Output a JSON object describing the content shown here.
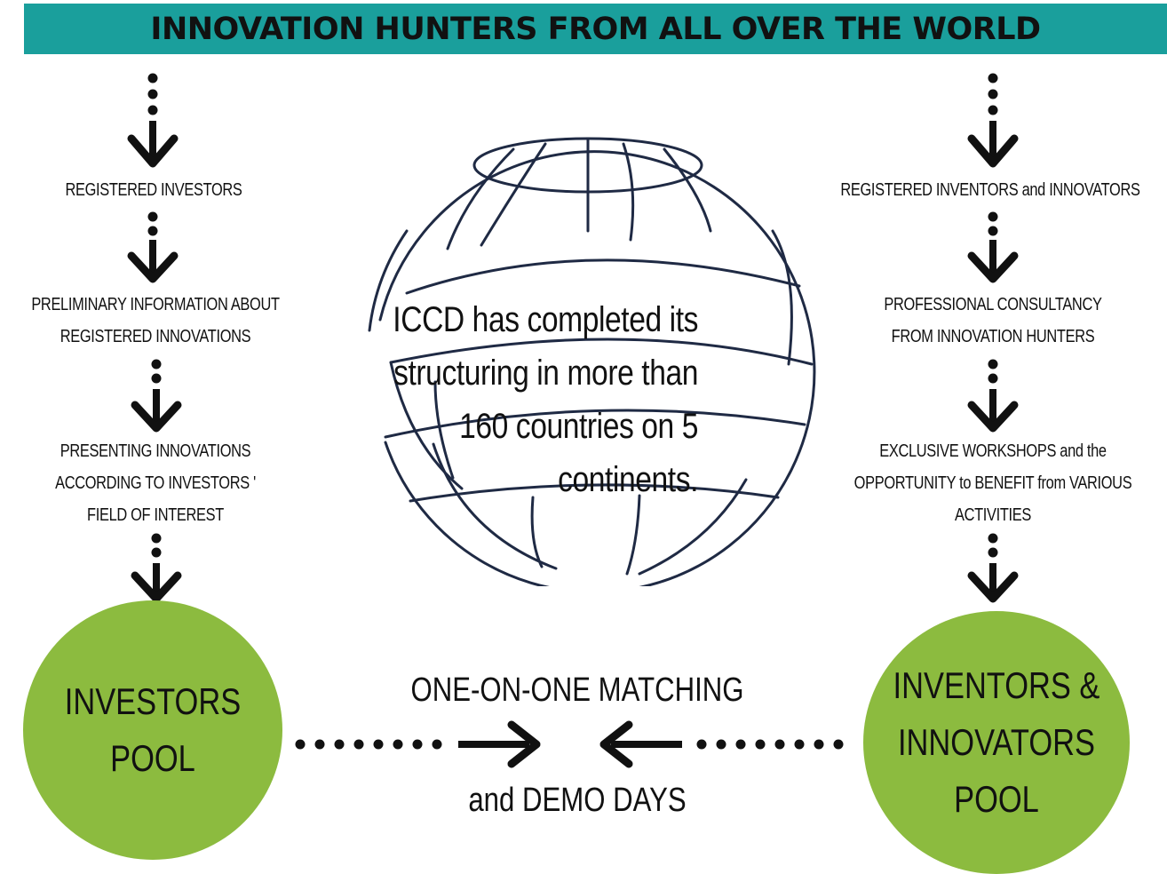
{
  "title": "INNOVATION HUNTERS FROM ALL OVER THE WORLD",
  "left_flow": {
    "steps": [
      "REGISTERED INVESTORS",
      "PRELIMINARY INFORMATION ABOUT\nREGISTERED INNOVATIONS",
      "PRESENTING INNOVATIONS\nACCORDING TO INVESTORS '\nFIELD OF INTEREST"
    ],
    "pool": "INVESTORS\nPOOL"
  },
  "right_flow": {
    "steps": [
      "REGISTERED INVENTORS and INNOVATORS",
      "PROFESSIONAL CONSULTANCY\nFROM INNOVATION HUNTERS",
      "EXCLUSIVE WORKSHOPS and the\nOPPORTUNITY to BENEFIT from VARIOUS\nACTIVITIES"
    ],
    "pool": "INVENTORS &\nINNOVATORS\nPOOL"
  },
  "globe_text": "ICCD has completed its\nstructuring in more than\n160 countries on 5\ncontinents.",
  "matching": {
    "top": "ONE-ON-ONE MATCHING",
    "bottom": "and DEMO DAYS"
  },
  "colors": {
    "banner": "#1a9f9c",
    "pool": "#8cbb3f",
    "globe_line": "#1f2a44",
    "arrow": "#111111"
  },
  "icons": {
    "flow_arrow": "dotted-down-arrow-icon",
    "globe": "globe-icon",
    "connector": "dotted-right-left-arrow-icon"
  }
}
